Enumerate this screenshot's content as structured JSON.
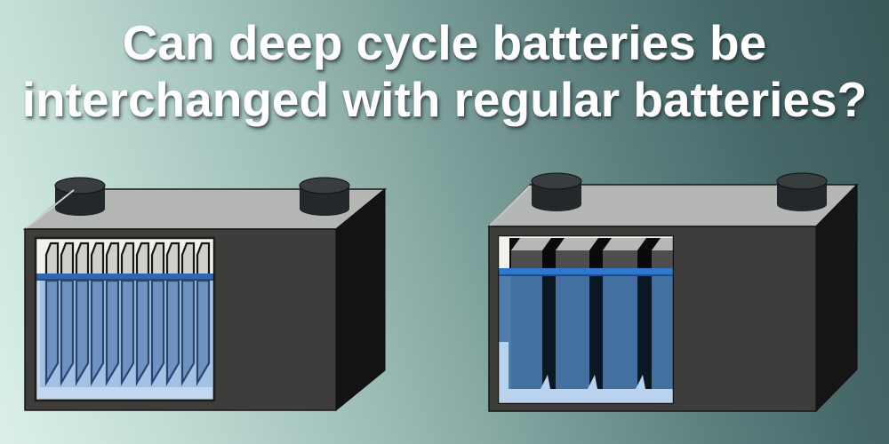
{
  "title": {
    "line1": "Can deep cycle batteries be",
    "line2": "interchanged with regular batteries?",
    "color": "#ffffff"
  },
  "background": {
    "gradient_light": "#dbf0e8",
    "gradient_mid": "#83a5a0",
    "gradient_dark": "#3a5758"
  },
  "diagram": {
    "batteries": [
      {
        "id": "regular-battery",
        "plate_style": "thin",
        "plate_count": 11,
        "terminal_count": 2,
        "colors": {
          "case_front": "#3e3d3b",
          "case_top": "#b4b6b3",
          "case_side": "#131313",
          "case_outline": "#161614",
          "edge_highlight": "#e9eeec",
          "terminal_body": "#24282a",
          "terminal_top": "#383e3f",
          "window_bg": "#f2f1ed",
          "window_border": "#1d1c19",
          "plate_dry": "#cfcfcc",
          "plate_dry_edge": "#151515",
          "electrolyte": "#a4c0e3",
          "electrolyte_line": "#2e67ae",
          "electrolyte_line_edge": "#20508c",
          "plate_wet": "#6e92c2",
          "plate_wet_edge": "#26466e",
          "rim": "#c3d7f0"
        }
      },
      {
        "id": "deep-cycle-battery",
        "plate_style": "thick",
        "plate_count": 4,
        "terminal_count": 2,
        "colors": {
          "case_front": "#3e3d3b",
          "case_top": "#b5b7b4",
          "case_side": "#151515",
          "case_outline": "#161614",
          "edge_highlight": "#dde2e0",
          "terminal_body": "#24282a",
          "terminal_top": "#383e3f",
          "window_bg": "#f3f2ee",
          "window_border": "#14130f",
          "plate_dry": "#4e4e4c",
          "plate_bevel": "#b7b7b5",
          "gap_dry": "#0a0a0a",
          "electrolyte": "#4e7dac",
          "electrolyte_line": "#3078cd",
          "electrolyte_line_edge": "#1d4e8c",
          "plate_wet": "#44709f",
          "gap_wet": "#0c1724",
          "rim": "#b9d2ee"
        }
      }
    ]
  }
}
